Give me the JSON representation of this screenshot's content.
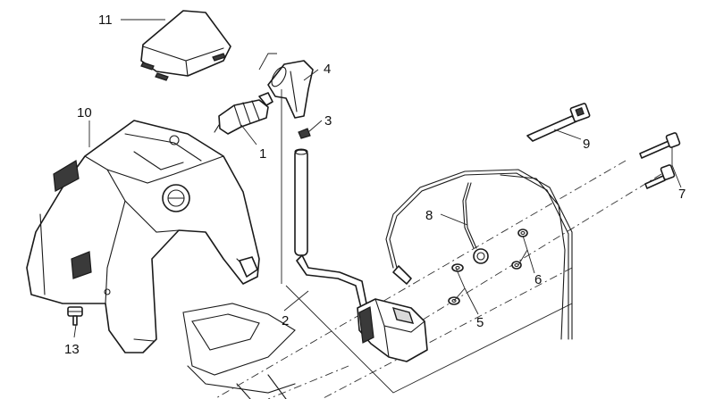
{
  "callouts": [
    {
      "id": "c1",
      "label": "1"
    },
    {
      "id": "c2",
      "label": "2"
    },
    {
      "id": "c3",
      "label": "3"
    },
    {
      "id": "c4",
      "label": "4"
    },
    {
      "id": "c5",
      "label": "5"
    },
    {
      "id": "c6",
      "label": "6"
    },
    {
      "id": "c7",
      "label": "7"
    },
    {
      "id": "c8",
      "label": "8"
    },
    {
      "id": "c9",
      "label": "9"
    },
    {
      "id": "c10",
      "label": "10"
    },
    {
      "id": "c11",
      "label": "11"
    },
    {
      "id": "c13",
      "label": "13"
    }
  ],
  "colors": {
    "line": "#1a1a1a",
    "background": "#ffffff",
    "fill": "#ffffff",
    "shade": "#3a3a3a"
  }
}
